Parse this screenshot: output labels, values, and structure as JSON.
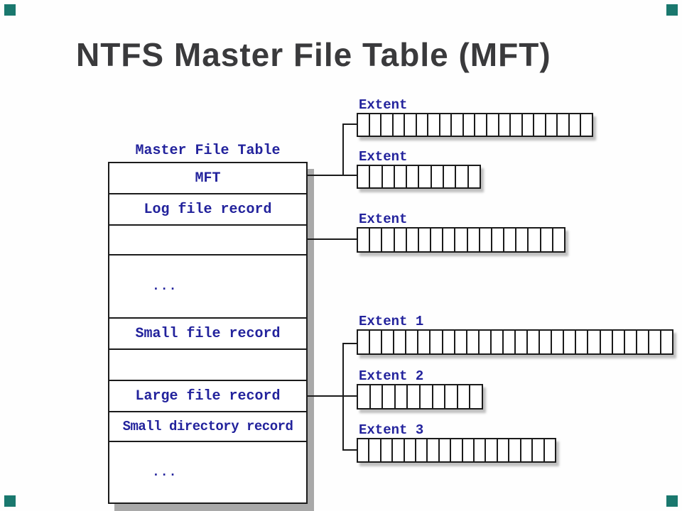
{
  "slide": {
    "title": "NTFS Master File Table (MFT)",
    "title_color": "#3a3a3c",
    "accent_color": "#1a786e",
    "diagram_text_color": "#22229c",
    "line_color": "#1b1b1b",
    "shadow_color": "#a9a9a9"
  },
  "mft_table": {
    "label": "Master File Table",
    "rows": [
      {
        "label": "MFT"
      },
      {
        "label": "Log file record"
      },
      {
        "label": ""
      },
      {
        "label": "..."
      },
      {
        "label": "Small file record"
      },
      {
        "label": ""
      },
      {
        "label": "Large file record"
      },
      {
        "label": "Small directory record"
      },
      {
        "label": "..."
      }
    ]
  },
  "extent_groups": [
    {
      "name": "mft-record-extents",
      "extents": [
        {
          "label": "Extent",
          "cells": 20
        },
        {
          "label": "Extent",
          "cells": 10
        },
        {
          "label": "Extent",
          "cells": 17
        }
      ]
    },
    {
      "name": "large-file-record-extents",
      "extents": [
        {
          "label": "Extent 1",
          "cells": 26
        },
        {
          "label": "Extent 2",
          "cells": 10
        },
        {
          "label": "Extent 3",
          "cells": 17
        }
      ]
    }
  ]
}
